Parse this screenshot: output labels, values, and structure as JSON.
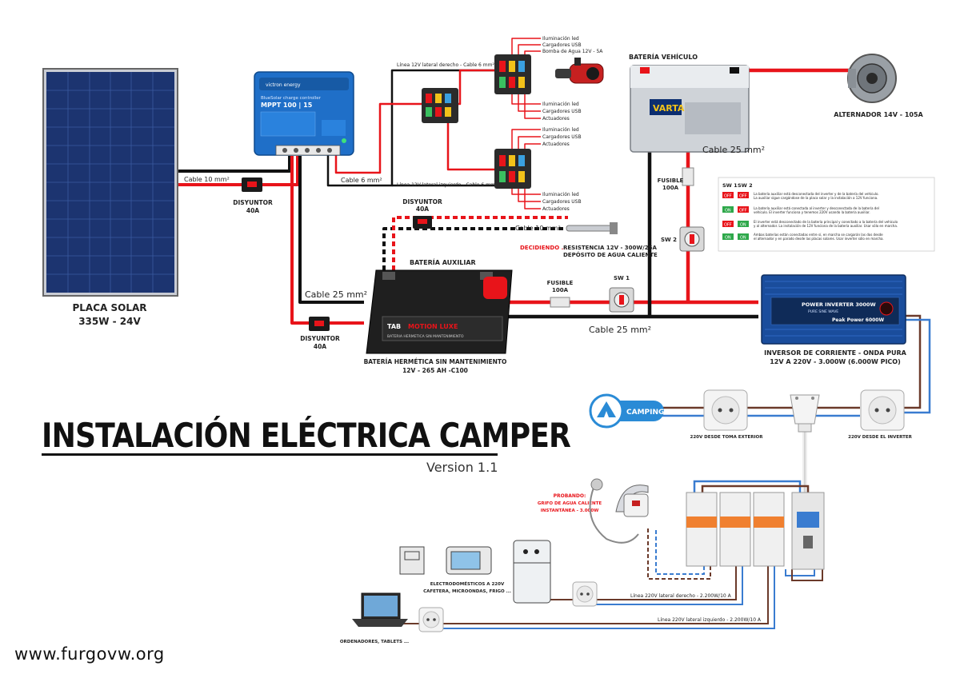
{
  "title": "INSTALACIÓN ELÉCTRICA CAMPER",
  "version": "Version 1.1",
  "website": "www.furgovw.org",
  "colors": {
    "positive": "#e8141a",
    "negative": "#111111",
    "ac_phase": "#6b3a2a",
    "ac_neutral": "#3a7cd0",
    "accent_blue": "#2a8bd6"
  },
  "solar_panel": {
    "name": "PLACA SOLAR",
    "spec": "335W - 24V"
  },
  "charge_controller": {
    "brand": "victron energy",
    "line1": "BlueSolar charge controller",
    "line2": "MPPT 100 | 15"
  },
  "cables": {
    "solar_10": "Cable 10 mm²",
    "controller_6": "Cable 6 mm²",
    "aux_25": "Cable 25 mm²",
    "vehicle_25": "Cable 25 mm²",
    "inverter_25": "Cable 25 mm²",
    "heater_10": "Cable 10 mm²",
    "line_right": "Línea 12V lateral derecho - Cable 6 mm²",
    "line_left": "Línea 12V lateral izquierdo - Cable 6 mm²"
  },
  "breakers": {
    "solar": {
      "name": "DISYUNTOR",
      "rating": "40A"
    },
    "battery": {
      "name": "DISYUNTOR",
      "rating": "40A"
    },
    "heater": {
      "name": "DISYUNTOR",
      "rating": "40A"
    }
  },
  "fuse_boxes": {
    "top": [
      "Iluminación led",
      "Cargadores USB",
      "Bomba de Agua 12V - 5A"
    ],
    "mid": [
      "Iluminación led",
      "Cargadores USB",
      "Actuadores"
    ],
    "lower": [
      "Iluminación led",
      "Cargadores USB",
      "Actuadores"
    ],
    "bottom": [
      "Iluminación led",
      "Cargadores USB",
      "Actuadores"
    ]
  },
  "vehicle_battery": {
    "label": "BATERÍA VEHÍCULO",
    "brand": "VARTA"
  },
  "alternator": {
    "label": "ALTERNADOR 14V - 105A"
  },
  "fuse_100": {
    "name": "FUSIBLE",
    "rating": "100A"
  },
  "fuse_100_b": {
    "name": "FUSIBLE",
    "rating": "100A"
  },
  "switches": {
    "sw1": "SW 1",
    "sw2": "SW 2"
  },
  "switch_table": {
    "headers": [
      "SW 1",
      "SW 2"
    ],
    "rows": [
      {
        "sw1": "OFF",
        "sw2": "OFF",
        "text": "La batería auxiliar está desconectada del inverter y de la batería del vehículo. La auxiliar sigue cargándose de la placa solar y la instalación a 12V funciona."
      },
      {
        "sw1": "ON",
        "sw2": "OFF",
        "text": "La batería auxiliar está conectada al inverter y desconectada de la batería del vehículo. El inverter funciona y tenemos 220V usando la batería auxiliar."
      },
      {
        "sw1": "OFF",
        "sw2": "ON",
        "text": "El inverter está desconectado de la batería principal y conectado a la batería del vehículo y al alternador. La instalación de 12V funciona de la batería auxiliar. Usar sólo en marcha."
      },
      {
        "sw1": "ON",
        "sw2": "ON",
        "text": "Ambas baterías están conectadas entre sí, en marcha se cargarán las dos desde el alternador y en parado desde las placas solares. Usar inverter sólo en marcha."
      }
    ]
  },
  "heater": {
    "deciding": "DECIDIENDO ...",
    "line1": "RESISTENCIA 12V - 300W/25A",
    "line2": "DEPÓSITO DE AGUA CALIENTE"
  },
  "aux_battery": {
    "label": "BATERÍA AUXILIAR",
    "brand": "TAB",
    "model": "MOTION LUXE",
    "sub": "BATERIA HERMETICA SIN MANTENIMIENTO",
    "caption1": "BATERÍA HERMÉTICA SIN MANTENIMIENTO",
    "caption2": "12V - 265 AH -C100"
  },
  "inverter": {
    "screen": "POWER INVERTER 3000W",
    "sub": "PURE SINE WAVE",
    "peak": "Peak Power 6000W",
    "caption1": "INVERSOR DE CORRIENTE - ONDA PURA",
    "caption2": "12V A 220V - 3.000W (6.000W PICO)"
  },
  "camping": {
    "label": "CAMPING"
  },
  "sockets": {
    "exterior": "220V DESDE TOMA EXTERIOR",
    "inverter": "220V DESDE EL INVERTER"
  },
  "instant_heater": {
    "probando": "PROBANDO:",
    "line1": "GRIFO DE AGUA CALIENTE",
    "line2": "INSTANTÁNEA - 3.000W"
  },
  "appliances": {
    "line1": "ELECTRODOMÉSTICOS A 220V",
    "line2": "CAFETERA, MICROONDAS, FRIGO ..."
  },
  "computers": {
    "label": "ORDENADORES, TABLETS ..."
  },
  "ac_lines": {
    "right": "Línea 220V lateral derecho - 2.200W/10 A",
    "left": "Línea 220V lateral izquierdo - 2.200W/10 A"
  }
}
